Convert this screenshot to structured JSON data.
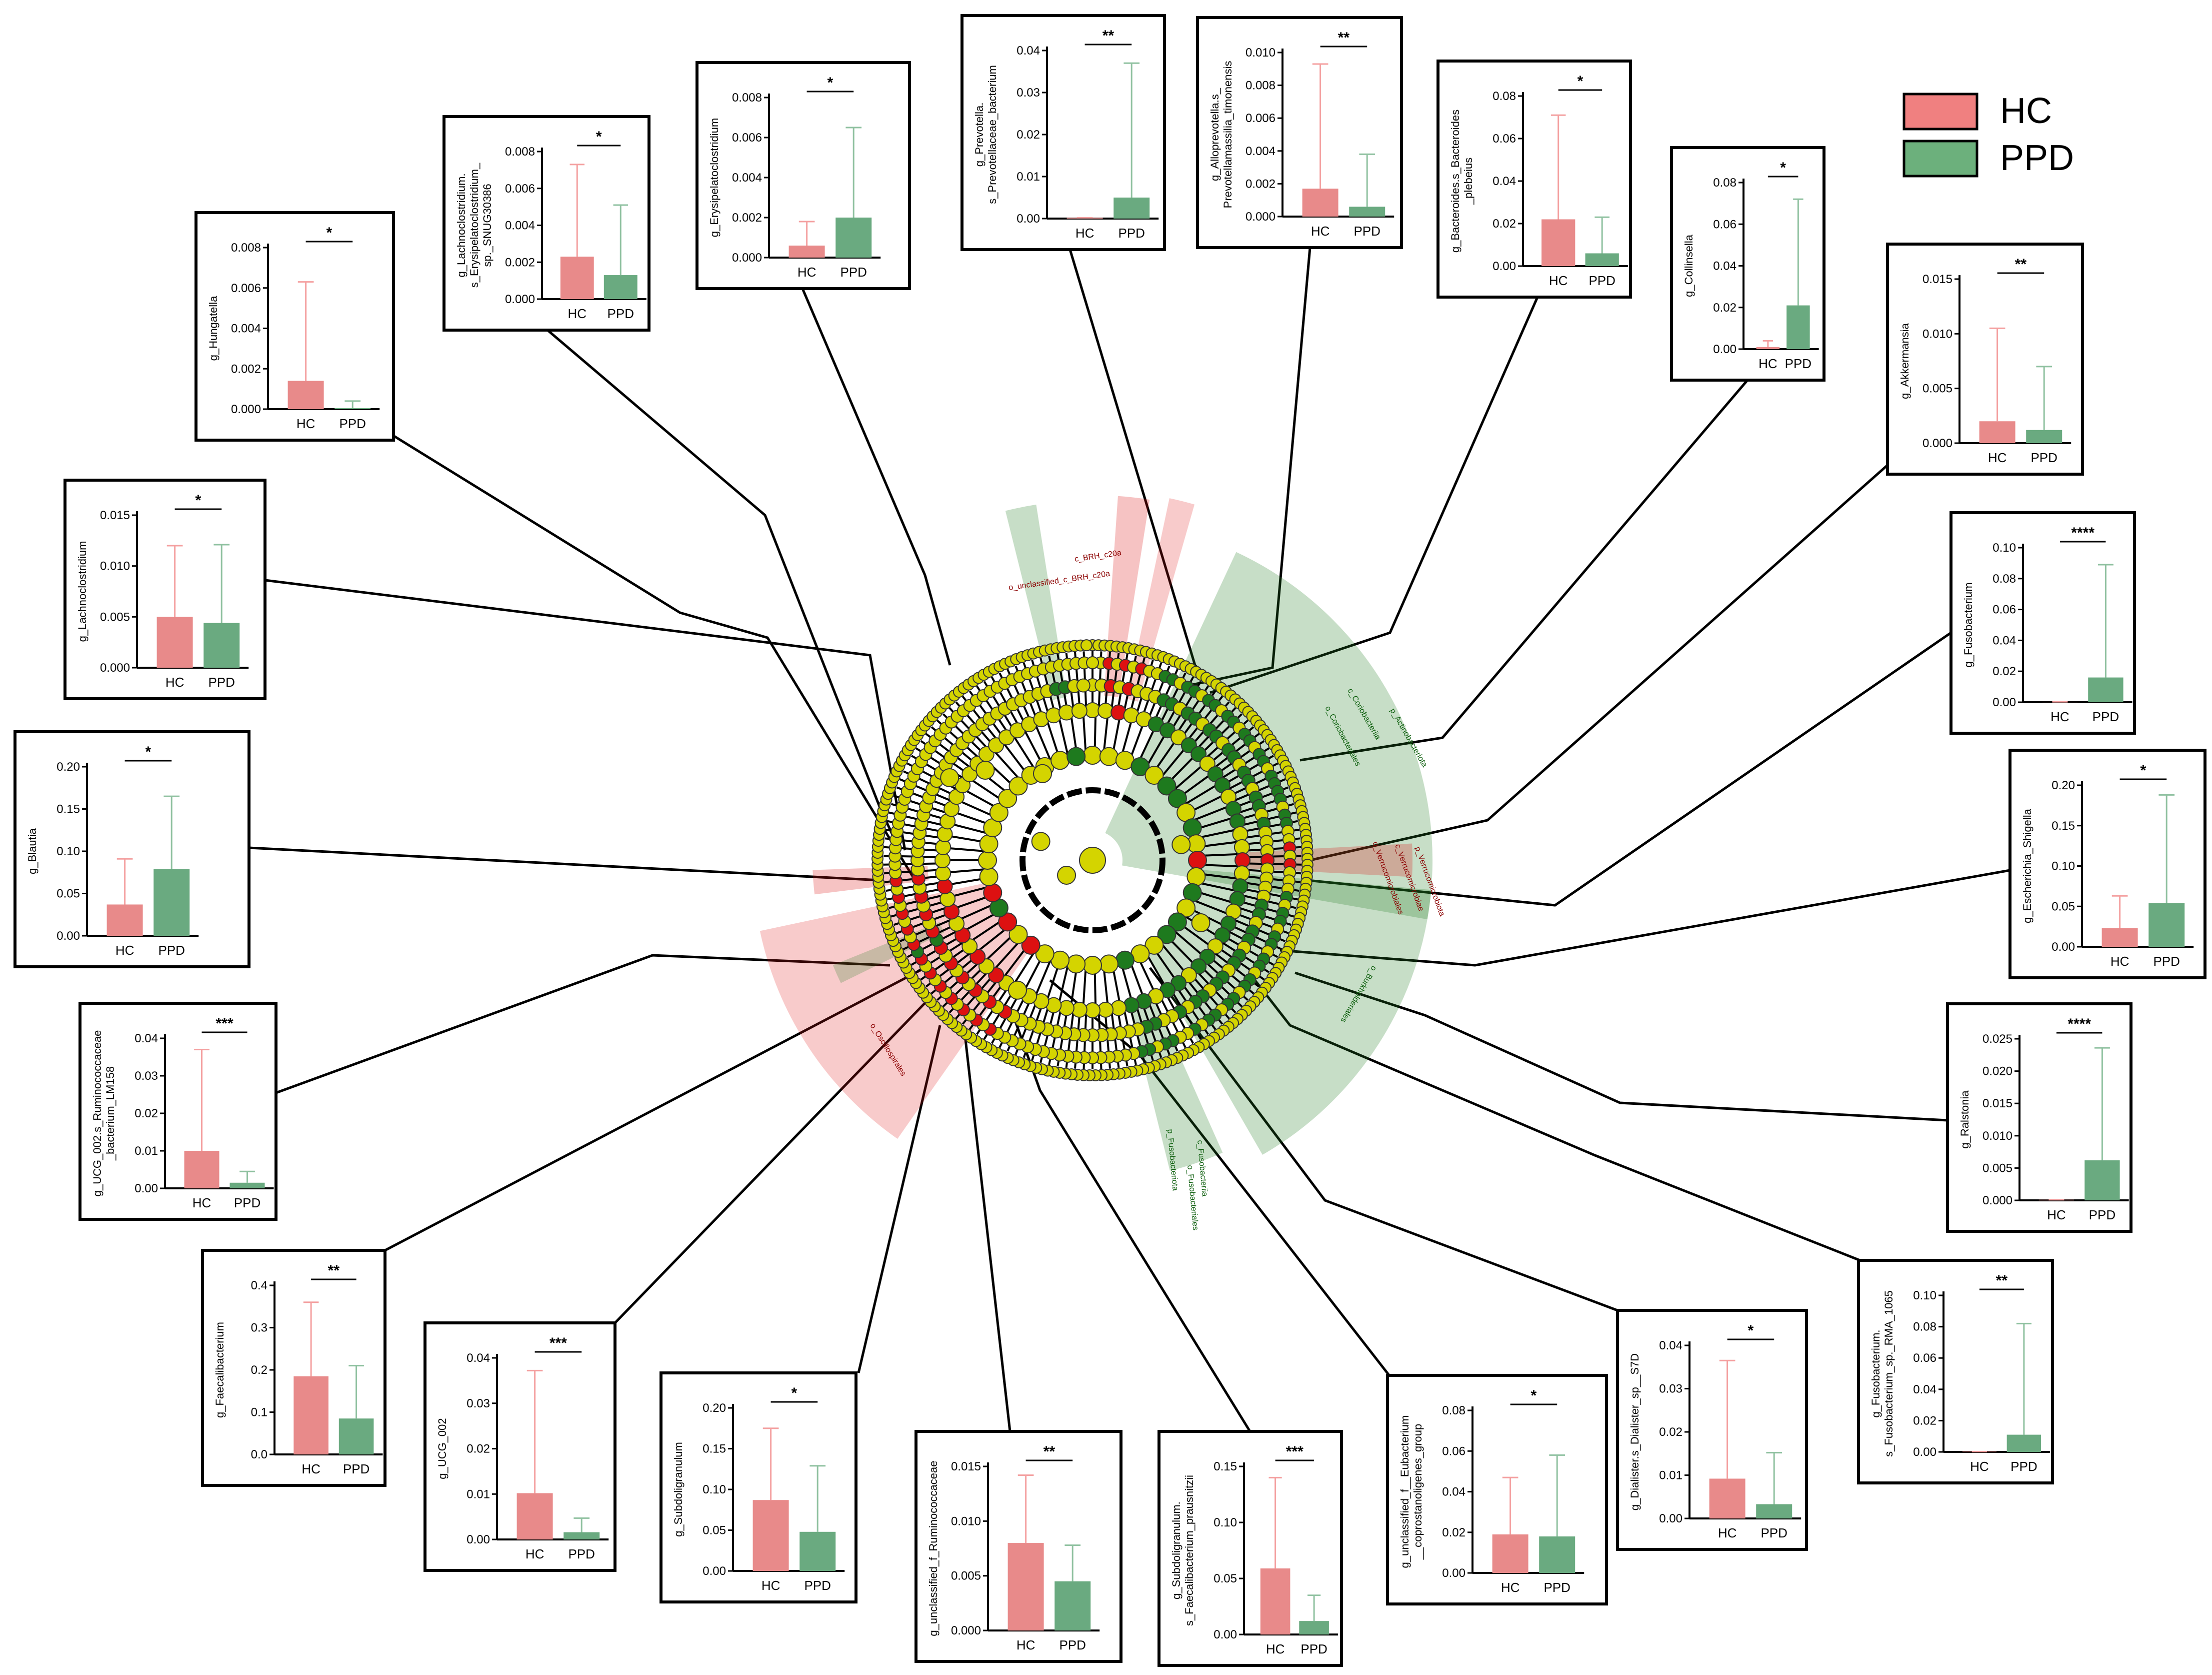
{
  "legend": {
    "position": "top-right",
    "items": [
      {
        "label": "HC",
        "color": "#f08080"
      },
      {
        "label": "PPD",
        "color": "#6cb07c"
      }
    ]
  },
  "colors": {
    "hc": "#e88a8a",
    "ppd": "#6aaa80",
    "hc_err": "#f4a0a0",
    "ppd_err": "#8fc1a0",
    "node_yellow": "#d4d400",
    "node_green": "#1e7a1e",
    "node_red": "#dd1111"
  },
  "cladogram": {
    "labels": {
      "top_1": "c_BRH_c20a",
      "top_2": "o_unclassified_c_BRH_c20a",
      "right_1": "p_Actinobacteriota",
      "right_2": "c_Coriobacteriia",
      "right_3": "o_Coriobacteriales",
      "right_4": "p_Verrucomicrobiota",
      "right_5": "c_Verrucomicrobiae",
      "right_6": "o_Verrucomicrobiales",
      "bottom_right": "o_Burkholderiales",
      "bottom_1": "p_Fusobacteriota",
      "bottom_2": "c_Fusobacteriia",
      "bottom_3": "o_Fusobacteriales",
      "left": "o_Oscillospirales"
    }
  },
  "chart_data": [
    {
      "type": "bar",
      "ylabel": "g_Hungatella",
      "categories": [
        "HC",
        "PPD"
      ],
      "values": [
        0.0014,
        5e-05
      ],
      "errors": [
        0.0063,
        0.0004
      ],
      "ylim": [
        0,
        0.008
      ],
      "ticks": [
        "0.000",
        "0.002",
        "0.004",
        "0.006",
        "0.008"
      ],
      "sig": "*"
    },
    {
      "type": "bar",
      "ylabel": "g_Lachnoclostridium.\ns_Erysipelatoclostridium_\nsp._SNUG30386",
      "categories": [
        "HC",
        "PPD"
      ],
      "values": [
        0.0023,
        0.0013
      ],
      "errors": [
        0.0073,
        0.0051
      ],
      "ylim": [
        0,
        0.008
      ],
      "ticks": [
        "0.000",
        "0.002",
        "0.004",
        "0.006",
        "0.008"
      ],
      "sig": "*"
    },
    {
      "type": "bar",
      "ylabel": "g_Erysipelatoclostridium",
      "categories": [
        "HC",
        "PPD"
      ],
      "values": [
        0.0006,
        0.002
      ],
      "errors": [
        0.0018,
        0.0065
      ],
      "ylim": [
        0,
        0.008
      ],
      "ticks": [
        "0.000",
        "0.002",
        "0.004",
        "0.006",
        "0.008"
      ],
      "sig": "*"
    },
    {
      "type": "bar",
      "ylabel": "g_Prevotella.\ns_Prevotellaceae_bacterium",
      "categories": [
        "HC",
        "PPD"
      ],
      "values": [
        0.0002,
        0.005
      ],
      "errors": [
        0.0002,
        0.037
      ],
      "ylim": [
        0,
        0.04
      ],
      "ticks": [
        "0.00",
        "0.01",
        "0.02",
        "0.03",
        "0.04"
      ],
      "sig": "**"
    },
    {
      "type": "bar",
      "ylabel": "g_Alloprevotella.s_\nPrevotellamassilia_timonensis",
      "categories": [
        "HC",
        "PPD"
      ],
      "values": [
        0.0017,
        0.0006
      ],
      "errors": [
        0.0093,
        0.0038
      ],
      "ylim": [
        0,
        0.01
      ],
      "ticks": [
        "0.000",
        "0.002",
        "0.004",
        "0.006",
        "0.008",
        "0.010"
      ],
      "sig": "**"
    },
    {
      "type": "bar",
      "ylabel": "g_Bacteroides.s_Bacteroides\n_plebeius",
      "categories": [
        "HC",
        "PPD"
      ],
      "values": [
        0.022,
        0.006
      ],
      "errors": [
        0.071,
        0.023
      ],
      "ylim": [
        0,
        0.08
      ],
      "ticks": [
        "0.00",
        "0.02",
        "0.04",
        "0.06",
        "0.08"
      ],
      "sig": "*"
    },
    {
      "type": "bar",
      "ylabel": "g_Collinsella",
      "categories": [
        "HC",
        "PPD"
      ],
      "values": [
        0.001,
        0.021
      ],
      "errors": [
        0.004,
        0.072
      ],
      "ylim": [
        0,
        0.08
      ],
      "ticks": [
        "0.00",
        "0.02",
        "0.04",
        "0.06",
        "0.08"
      ],
      "sig": "*"
    },
    {
      "type": "bar",
      "ylabel": "g_Akkermansia",
      "categories": [
        "HC",
        "PPD"
      ],
      "values": [
        0.002,
        0.0012
      ],
      "errors": [
        0.0105,
        0.007
      ],
      "ylim": [
        0,
        0.015
      ],
      "ticks": [
        "0.000",
        "0.005",
        "0.010",
        "0.015"
      ],
      "sig": "**"
    },
    {
      "type": "bar",
      "ylabel": "g_Fusobacterium",
      "categories": [
        "HC",
        "PPD"
      ],
      "values": [
        0.0003,
        0.016
      ],
      "errors": [
        0.0003,
        0.089
      ],
      "ylim": [
        0,
        0.1
      ],
      "ticks": [
        "0.00",
        "0.02",
        "0.04",
        "0.06",
        "0.08",
        "0.10"
      ],
      "sig": "****"
    },
    {
      "type": "bar",
      "ylabel": "g_Lachnoclostridium",
      "categories": [
        "HC",
        "PPD"
      ],
      "values": [
        0.005,
        0.0044
      ],
      "errors": [
        0.012,
        0.0121
      ],
      "ylim": [
        0,
        0.015
      ],
      "ticks": [
        "0.000",
        "0.005",
        "0.010",
        "0.015"
      ],
      "sig": "*"
    },
    {
      "type": "bar",
      "ylabel": "g_Blautia",
      "categories": [
        "HC",
        "PPD"
      ],
      "values": [
        0.037,
        0.079
      ],
      "errors": [
        0.091,
        0.165
      ],
      "ylim": [
        0,
        0.2
      ],
      "ticks": [
        "0.00",
        "0.05",
        "0.10",
        "0.15",
        "0.20"
      ],
      "sig": "*"
    },
    {
      "type": "bar",
      "ylabel": "g_Escherichia_Shigella",
      "categories": [
        "HC",
        "PPD"
      ],
      "values": [
        0.023,
        0.054
      ],
      "errors": [
        0.063,
        0.188
      ],
      "ylim": [
        0,
        0.2
      ],
      "ticks": [
        "0.00",
        "0.05",
        "0.10",
        "0.15",
        "0.20"
      ],
      "sig": "*"
    },
    {
      "type": "bar",
      "ylabel": "g_UCG_002.s_Ruminococcaceae\n_bacterium_LM158",
      "categories": [
        "HC",
        "PPD"
      ],
      "values": [
        0.01,
        0.0015
      ],
      "errors": [
        0.037,
        0.0045
      ],
      "ylim": [
        0,
        0.04
      ],
      "ticks": [
        "0.00",
        "0.01",
        "0.02",
        "0.03",
        "0.04"
      ],
      "sig": "***"
    },
    {
      "type": "bar",
      "ylabel": "g_Ralstonia",
      "categories": [
        "HC",
        "PPD"
      ],
      "values": [
        0.0001,
        0.0062
      ],
      "errors": [
        0.0001,
        0.0236
      ],
      "ylim": [
        0,
        0.025
      ],
      "ticks": [
        "0.000",
        "0.005",
        "0.010",
        "0.015",
        "0.020",
        "0.025"
      ],
      "sig": "****"
    },
    {
      "type": "bar",
      "ylabel": "g_Faecalibacterium",
      "categories": [
        "HC",
        "PPD"
      ],
      "values": [
        0.185,
        0.085
      ],
      "errors": [
        0.36,
        0.21
      ],
      "ylim": [
        0,
        0.4
      ],
      "ticks": [
        "0.0",
        "0.1",
        "0.2",
        "0.3",
        "0.4"
      ],
      "sig": "**"
    },
    {
      "type": "bar",
      "ylabel": "g_UCG_002",
      "categories": [
        "HC",
        "PPD"
      ],
      "values": [
        0.0102,
        0.0016
      ],
      "errors": [
        0.0372,
        0.0047
      ],
      "ylim": [
        0,
        0.04
      ],
      "ticks": [
        "0.00",
        "0.01",
        "0.02",
        "0.03",
        "0.04"
      ],
      "sig": "***"
    },
    {
      "type": "bar",
      "ylabel": "g_Subdoligranulum",
      "categories": [
        "HC",
        "PPD"
      ],
      "values": [
        0.087,
        0.048
      ],
      "errors": [
        0.175,
        0.129
      ],
      "ylim": [
        0,
        0.2
      ],
      "ticks": [
        "0.00",
        "0.05",
        "0.10",
        "0.15",
        "0.20"
      ],
      "sig": "*"
    },
    {
      "type": "bar",
      "ylabel": "g_unclassified_f_Ruminococcaceae",
      "categories": [
        "HC",
        "PPD"
      ],
      "values": [
        0.008,
        0.0045
      ],
      "errors": [
        0.0142,
        0.0078
      ],
      "ylim": [
        0,
        0.015
      ],
      "ticks": [
        "0.000",
        "0.005",
        "0.010",
        "0.015"
      ],
      "sig": "**"
    },
    {
      "type": "bar",
      "ylabel": "g_Subdoligranulum.\ns_Faecalibacterium_prausnitzii",
      "categories": [
        "HC",
        "PPD"
      ],
      "values": [
        0.059,
        0.012
      ],
      "errors": [
        0.14,
        0.035
      ],
      "ylim": [
        0,
        0.15
      ],
      "ticks": [
        "0.00",
        "0.05",
        "0.10",
        "0.15"
      ],
      "sig": "***"
    },
    {
      "type": "bar",
      "ylabel": "g_unclassified_f__Eubacterium\n__coprostanoligenes_group",
      "categories": [
        "HC",
        "PPD"
      ],
      "values": [
        0.019,
        0.018
      ],
      "errors": [
        0.047,
        0.058
      ],
      "ylim": [
        0,
        0.08
      ],
      "ticks": [
        "0.00",
        "0.02",
        "0.04",
        "0.06",
        "0.08"
      ],
      "sig": "*"
    },
    {
      "type": "bar",
      "ylabel": "g_Dialister.s_Dialister_sp__S7D",
      "categories": [
        "HC",
        "PPD"
      ],
      "values": [
        0.0092,
        0.0033
      ],
      "errors": [
        0.0365,
        0.0152
      ],
      "ylim": [
        0,
        0.04
      ],
      "ticks": [
        "0.00",
        "0.01",
        "0.02",
        "0.03",
        "0.04"
      ],
      "sig": "*"
    },
    {
      "type": "bar",
      "ylabel": "g_Fusobacterium.\ns_Fusobacterium_sp._RMA_1065",
      "categories": [
        "HC",
        "PPD"
      ],
      "values": [
        0.0002,
        0.011
      ],
      "errors": [
        0.0002,
        0.082
      ],
      "ylim": [
        0,
        0.1
      ],
      "ticks": [
        "0.00",
        "0.02",
        "0.04",
        "0.06",
        "0.08",
        "0.10"
      ],
      "sig": "**"
    }
  ]
}
